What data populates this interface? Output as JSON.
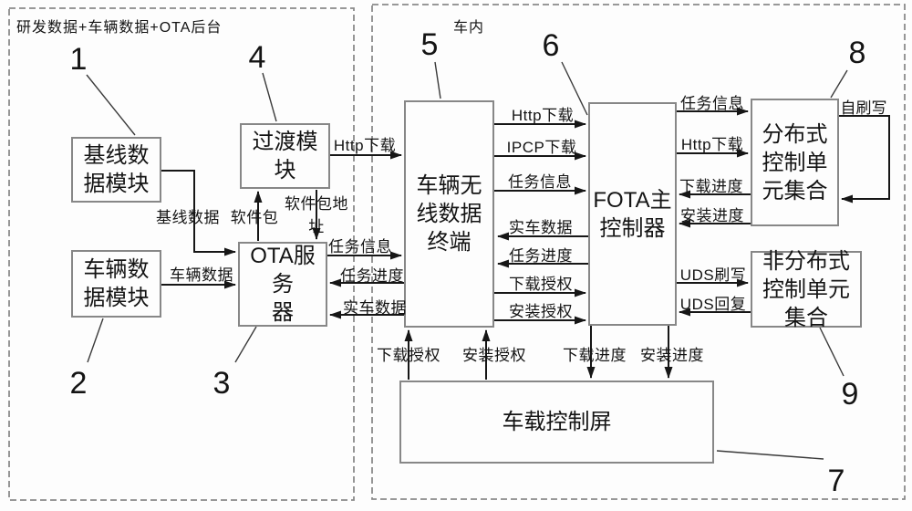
{
  "regions": {
    "left_label": "研发数据+车辆数据+OTA后台",
    "right_label": "车内"
  },
  "boxes": {
    "baseline_module": "基线数\n据模块",
    "vehicle_module": "车辆数\n据模块",
    "ota_server": "OTA服务\n器",
    "transition_module": "过渡模\n块",
    "wireless_terminal": "车辆无\n线数据\n终端",
    "fota_controller": "FOTA主\n控制器",
    "control_screen": "车载控制屏",
    "distributed_units": "分布式\n控制单\n元集合",
    "non_distributed_units": "非分布式\n控制单元\n集合"
  },
  "refs": {
    "baseline": "1",
    "vehicle": "2",
    "ota": "3",
    "transition": "4",
    "terminal": "5",
    "fota": "6",
    "screen": "7",
    "distributed": "8",
    "non_distributed": "9"
  },
  "edges": {
    "baseline_data": "基线数据",
    "vehicle_data": "车辆数据",
    "software_package": "软件包",
    "software_package_address": "软件包地\n址",
    "http_download_to_terminal": "Http下载",
    "task_info_ota_terminal": "任务信息",
    "task_progress_terminal_ota": "任务进度",
    "real_vehicle_data_terminal_ota": "实车数据",
    "http_download_terminal_fota": "Http下载",
    "ipcp_download": "IPCP下载",
    "task_info_terminal_fota": "任务信息",
    "real_vehicle_data_fota_terminal": "实车数据",
    "task_progress_fota_terminal": "任务进度",
    "download_auth_terminal_fota": "下载授权",
    "install_auth_terminal_fota": "安装授权",
    "task_info_fota_dist": "任务信息",
    "http_download_fota_dist": "Http下载",
    "download_progress_dist_fota": "下载进度",
    "install_progress_dist_fota": "安装进度",
    "self_flash": "自刷写",
    "uds_flash": "UDS刷写",
    "uds_reply": "UDS回复",
    "download_auth_screen_terminal": "下载授权",
    "install_auth_screen_terminal": "安装授权",
    "download_progress_fota_screen": "下载进度",
    "install_progress_fota_screen": "安装进度"
  },
  "colors": {
    "line": "#161616",
    "box_border": "#878787",
    "dashed_border": "#8a8a8a",
    "text": "#141414",
    "background": "#fdfdfd"
  }
}
